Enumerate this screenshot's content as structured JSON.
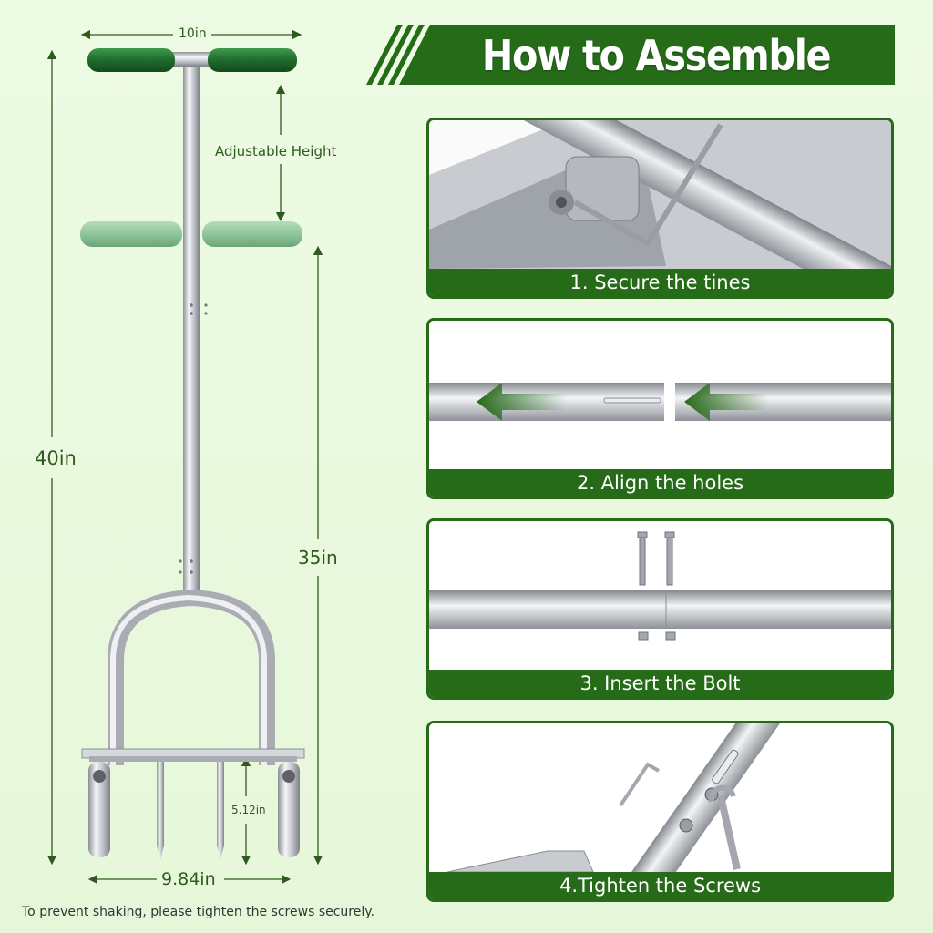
{
  "dimensions": {
    "width": "10in",
    "adjustable": "Adjustable Height",
    "total_height": "40in",
    "handle_height": "35in",
    "tine_length": "5.12in",
    "base_width": "9.84in"
  },
  "footnote": "To prevent shaking, please tighten the screws securely.",
  "title": "How to Assemble",
  "steps": [
    {
      "caption": "1. Secure the tines",
      "icon": "tines-closeup-photo"
    },
    {
      "caption": "2. Align the holes",
      "icon": "align-arrows-photo"
    },
    {
      "caption": "3. Insert the Bolt",
      "icon": "bolts-photo"
    },
    {
      "caption": "4.Tighten the Screws",
      "icon": "wrench-photo"
    }
  ],
  "colors": {
    "brand_green": "#256b18",
    "grip_dark": "#1f6b2c",
    "grip_light": "#8fc59b",
    "background": "#eefbe4",
    "dimension": "#2f5a1f"
  }
}
